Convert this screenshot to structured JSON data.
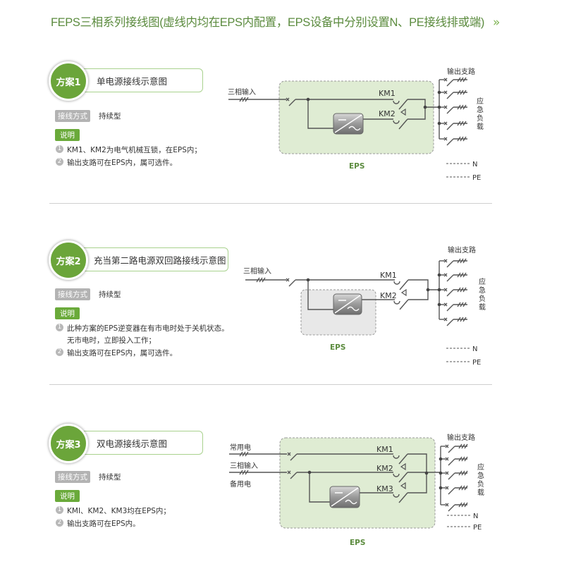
{
  "header": {
    "title": "FEPS三相系列接线图(虚线内均在EPS内配置，EPS设备中分别设置N、PE接线排或端)",
    "more_icon": "double-chevron-right-icon"
  },
  "colors": {
    "accent": "#6aa63a",
    "title": "#5b8b3e",
    "eps_fill": "#dfecd3",
    "eps_gray": "#e8e8e8",
    "wire": "#555555"
  },
  "common": {
    "wiring_label": "接线方式",
    "wiring_value": "持续型",
    "note_label": "说明",
    "out_branch": "输出支路",
    "load": [
      "应",
      "急",
      "负",
      "载"
    ],
    "n": "N",
    "pe": "PE",
    "eps": "EPS",
    "km1": "KM1",
    "km2": "KM2",
    "km3": "KM3",
    "three_phase": "三相输入",
    "normal_power": "常用电",
    "backup_power": "备用电"
  },
  "schemes": [
    {
      "badge": "方案1",
      "title": "单电源接线示意图",
      "notes": [
        {
          "n": "1",
          "text": "KM1、KM2为电气机械互锁，在EPS内；"
        },
        {
          "n": "2",
          "text": "输出支路可在EPS内，属可选件。"
        }
      ]
    },
    {
      "badge": "方案2",
      "title": "充当第二路电源双回路接线示意图",
      "notes": [
        {
          "n": "1",
          "text": "此种方案的EPS逆变器在有市电时处于关机状态。",
          "text2": "无市电时，立即投入工作；"
        },
        {
          "n": "2",
          "text": "输出支路可在EPS内，属可选件。"
        }
      ]
    },
    {
      "badge": "方案3",
      "title": "双电源接线示意图",
      "notes": [
        {
          "n": "1",
          "text": "KMI、KM2、KM3均在EPS内；"
        },
        {
          "n": "2",
          "text": "输出支路可在EPS内。"
        }
      ]
    }
  ]
}
